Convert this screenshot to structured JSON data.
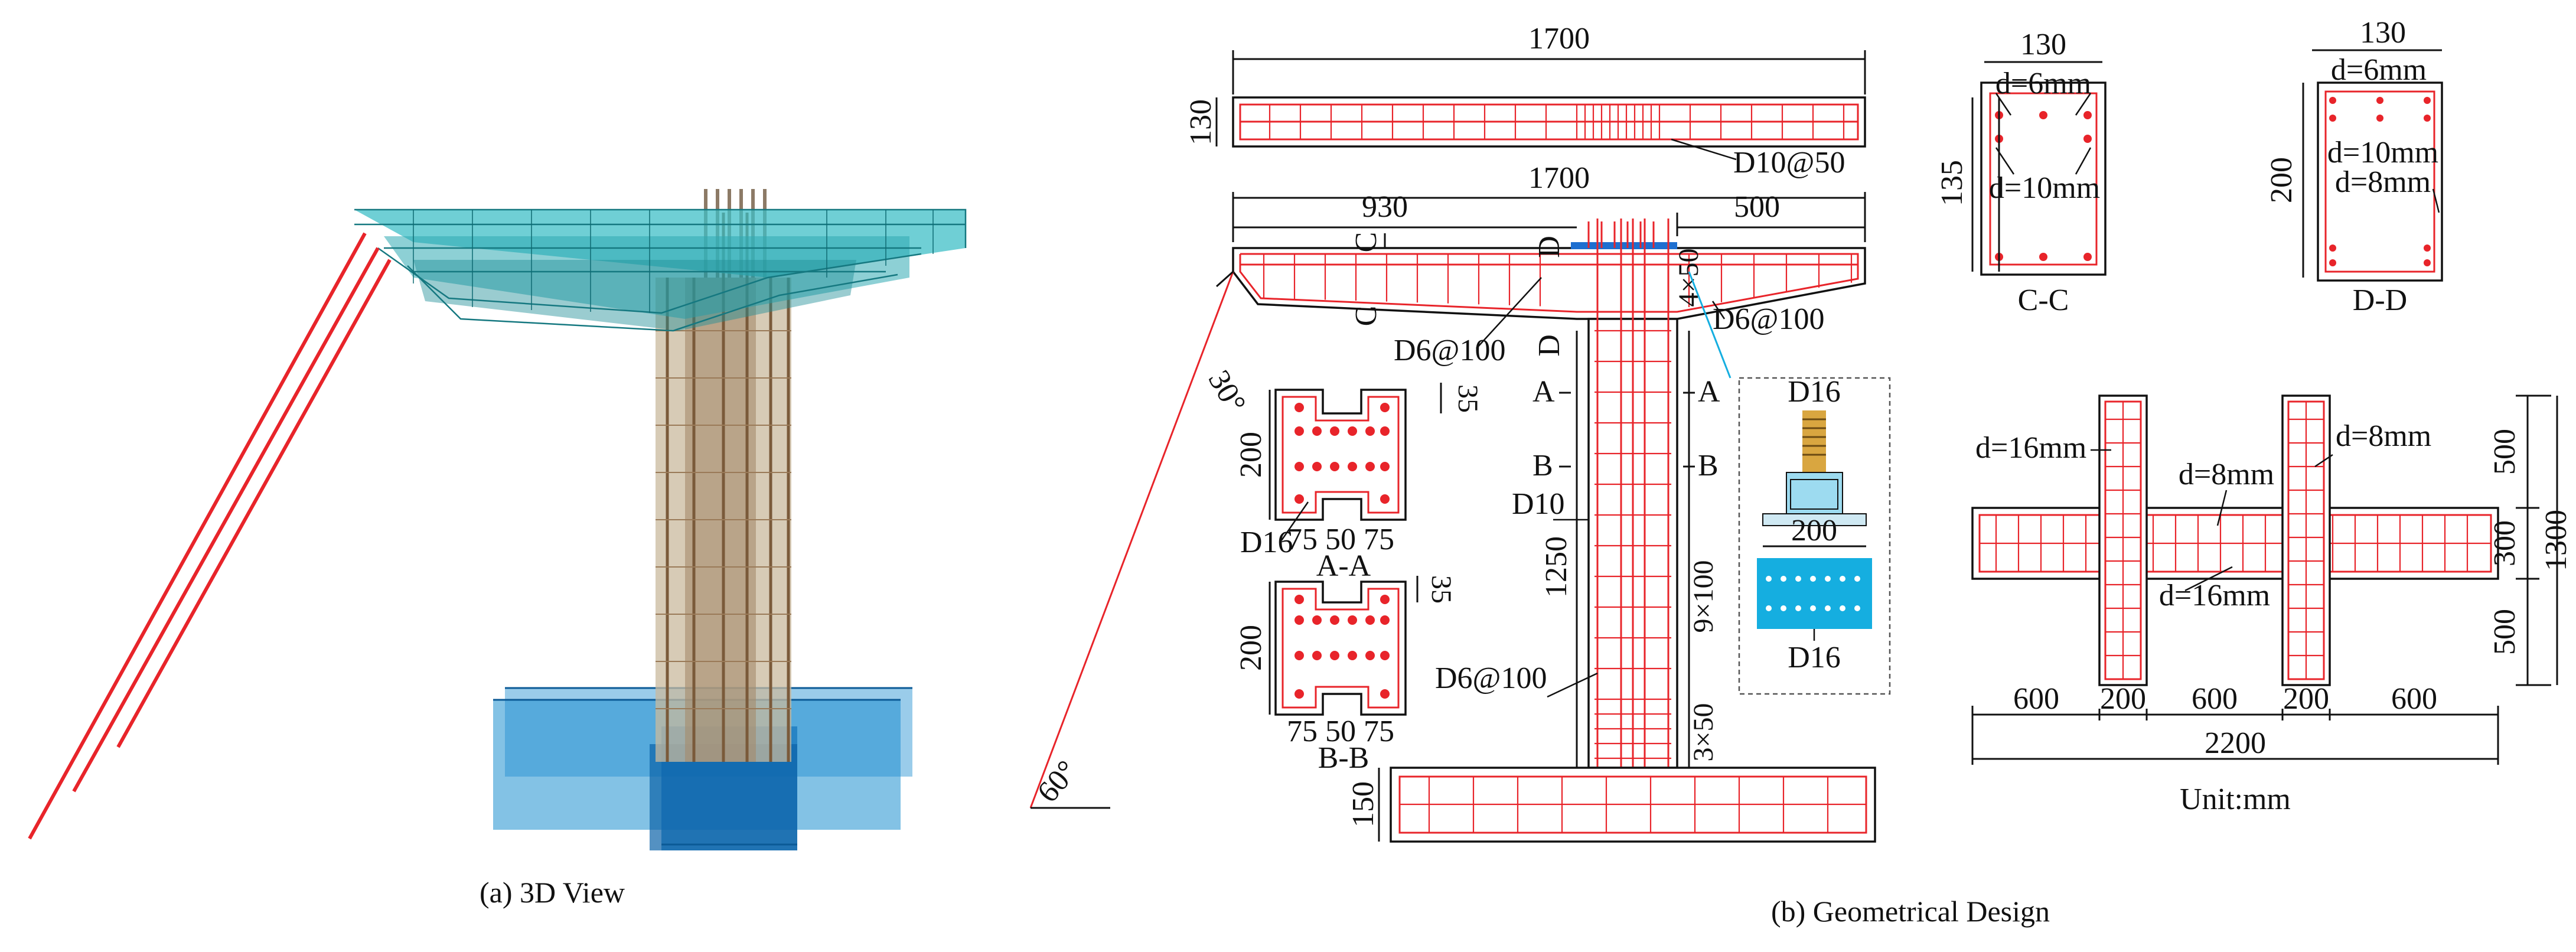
{
  "captions": {
    "a": "(a) 3D View",
    "b": "(b) Geometrical Design"
  },
  "top_beam": {
    "width": "1700",
    "height": "130",
    "rebar": "D10@50"
  },
  "cap_beam": {
    "width": "1700",
    "left": "930",
    "right": "500",
    "stirrup_left": "D6@100",
    "stirrup_right": "D6@100",
    "spacing": "4×50",
    "angle_top": "30°",
    "angle_bottom": "60°",
    "section_c": "C",
    "section_d": "D"
  },
  "column": {
    "height": "1250",
    "long_bar": "D10",
    "stirrup": "D6@100",
    "spacing_mid": "9×100",
    "spacing_bot": "3×50",
    "sec_a_left": "A",
    "sec_a_right": "A",
    "sec_b_left": "B",
    "sec_b_right": "B"
  },
  "footing": {
    "height": "150"
  },
  "section_aa": {
    "label": "A-A",
    "height": "200",
    "notch": "35",
    "widths": "75 50 75",
    "bar": "D16"
  },
  "section_bb": {
    "label": "B-B",
    "height": "200",
    "notch": "35",
    "widths": "75 50 75"
  },
  "anchor_detail": {
    "bar_top": "D16",
    "plate_width": "200",
    "bar_bottom": "D16"
  },
  "section_cc": {
    "label": "C-C",
    "width": "130",
    "height": "135",
    "stirrup": "d=6mm",
    "long": "d=10mm"
  },
  "section_dd": {
    "label": "D-D",
    "width": "130",
    "height": "200",
    "stirrup": "d=6mm",
    "long1": "d=10mm",
    "long2": "d=8mm"
  },
  "footing_plan": {
    "d16_left": "d=16mm",
    "d8_right": "d=8mm",
    "d8_mid": "d=8mm",
    "d16_mid": "d=16mm",
    "w1": "600",
    "w2": "200",
    "w3": "600",
    "w4": "200",
    "w5": "600",
    "total_w": "2200",
    "h1": "500",
    "h2": "300",
    "h3": "500",
    "total_h": "1300",
    "unit": "Unit:mm"
  },
  "colors": {
    "rebar": "#e8242a",
    "deck": "#3fbfc7",
    "foundation": "#1e8fd0",
    "anchor_plate": "#15aee0"
  }
}
